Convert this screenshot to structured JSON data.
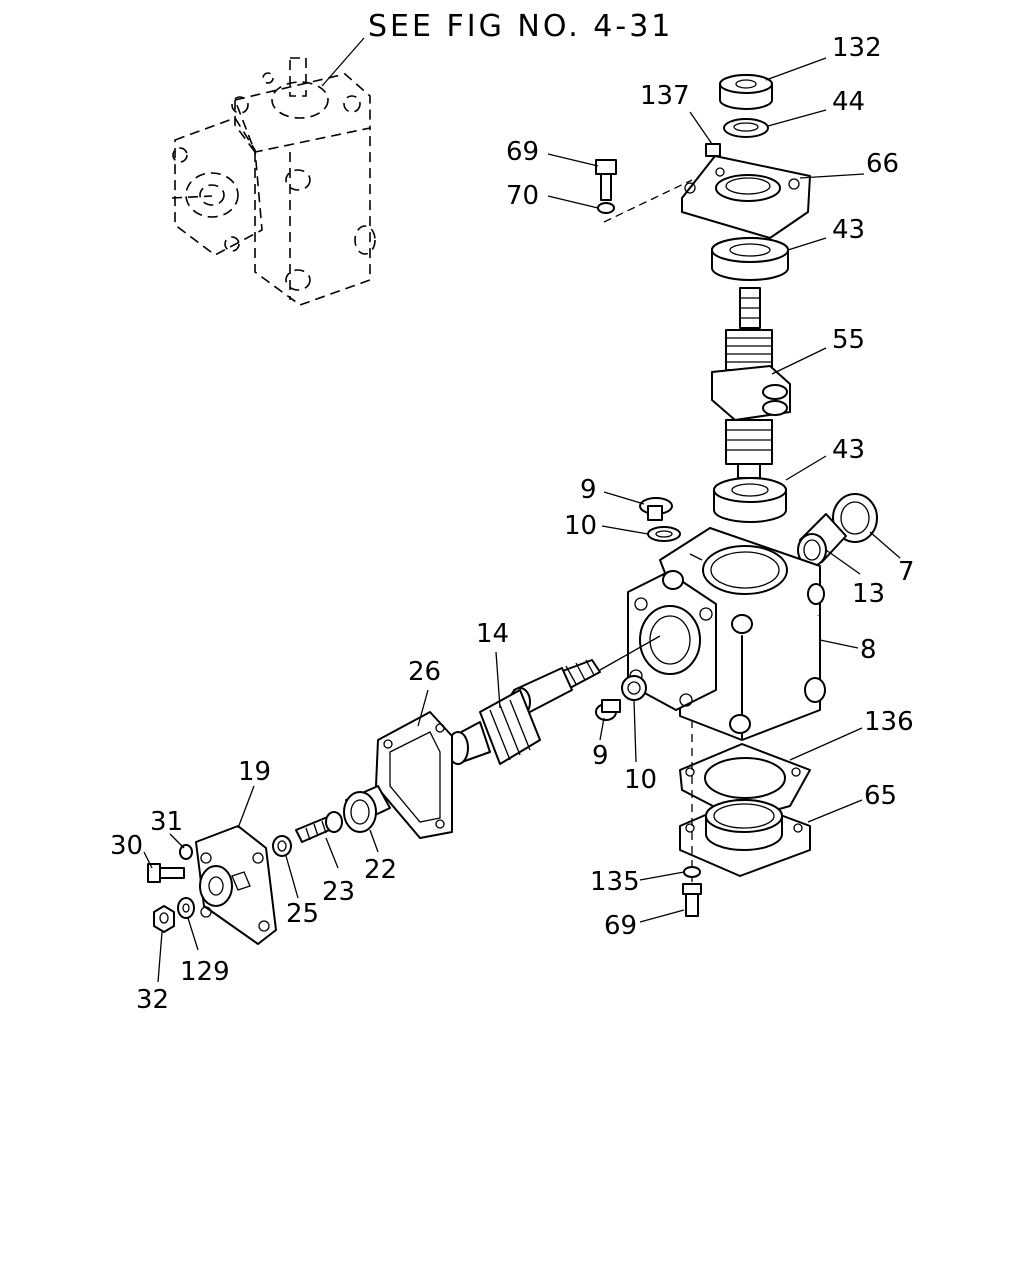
{
  "figure_reference": "SEE FIG NO. 4-31",
  "parts": [
    {
      "id": "p132",
      "label": "132"
    },
    {
      "id": "p44",
      "label": "44"
    },
    {
      "id": "p137",
      "label": "137"
    },
    {
      "id": "p69a",
      "label": "69"
    },
    {
      "id": "p66",
      "label": "66"
    },
    {
      "id": "p70",
      "label": "70"
    },
    {
      "id": "p43a",
      "label": "43"
    },
    {
      "id": "p55",
      "label": "55"
    },
    {
      "id": "p43b",
      "label": "43"
    },
    {
      "id": "p9a",
      "label": "9"
    },
    {
      "id": "p10a",
      "label": "10"
    },
    {
      "id": "p7",
      "label": "7"
    },
    {
      "id": "p13",
      "label": "13"
    },
    {
      "id": "p14",
      "label": "14"
    },
    {
      "id": "p8",
      "label": "8"
    },
    {
      "id": "p26",
      "label": "26"
    },
    {
      "id": "p9b",
      "label": "9"
    },
    {
      "id": "p10b",
      "label": "10"
    },
    {
      "id": "p136",
      "label": "136"
    },
    {
      "id": "p19",
      "label": "19"
    },
    {
      "id": "p65",
      "label": "65"
    },
    {
      "id": "p31",
      "label": "31"
    },
    {
      "id": "p30",
      "label": "30"
    },
    {
      "id": "p23",
      "label": "23"
    },
    {
      "id": "p22",
      "label": "22"
    },
    {
      "id": "p135",
      "label": "135"
    },
    {
      "id": "p25",
      "label": "25"
    },
    {
      "id": "p69b",
      "label": "69"
    },
    {
      "id": "p129",
      "label": "129"
    },
    {
      "id": "p32",
      "label": "32"
    }
  ]
}
